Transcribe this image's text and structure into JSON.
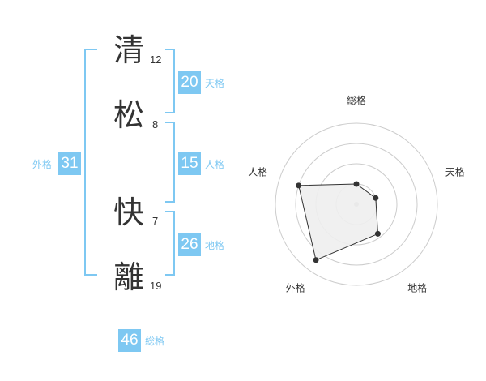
{
  "name_chars": [
    {
      "char": "清",
      "strokes": "12"
    },
    {
      "char": "松",
      "strokes": "8"
    },
    {
      "char": "快",
      "strokes": "7"
    },
    {
      "char": "離",
      "strokes": "19"
    }
  ],
  "scores": {
    "tenkaku": {
      "value": "20",
      "label": "天格"
    },
    "jinkaku": {
      "value": "15",
      "label": "人格"
    },
    "chikaku": {
      "value": "26",
      "label": "地格"
    },
    "gaikaku": {
      "value": "31",
      "label": "外格"
    },
    "soukaku": {
      "value": "46",
      "label": "総格"
    }
  },
  "colors": {
    "accent": "#7ec8f2",
    "text": "#333333",
    "grid": "#cccccc",
    "polygon_fill": "#eeeeee",
    "polygon_stroke": "#333333"
  },
  "chart_data": {
    "type": "radar",
    "axes": [
      "総格",
      "天格",
      "地格",
      "外格",
      "人格"
    ],
    "values": [
      0.25,
      0.25,
      0.45,
      0.85,
      0.75
    ],
    "max": 1,
    "rings": 4,
    "grid": true
  }
}
